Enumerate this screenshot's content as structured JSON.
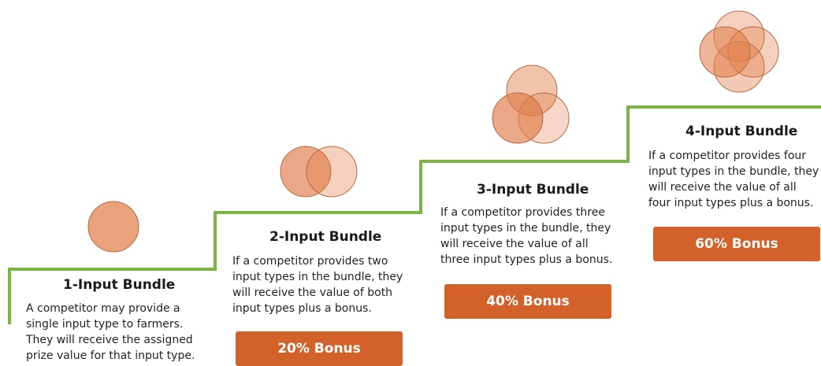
{
  "colors": {
    "staircase": "#7cb342",
    "bonus_background": "#d2622a",
    "circle_fill": "#e07a45",
    "circle_stroke": "#b86a44",
    "text": "#222222"
  },
  "steps": [
    {
      "title": "1-Input Bundle",
      "description": " A competitor may provide a\nsingle input type to farmers.\nThey will receive the assigned\nprize value for that input type.",
      "bonus": ""
    },
    {
      "title": "2-Input Bundle",
      "description": "If a competitor provides two\ninput types in the bundle, they\nwill receive the value of both\ninput types plus a bonus.",
      "bonus": "20% Bonus"
    },
    {
      "title": "3-Input Bundle",
      "description": "If a competitor provides three\ninput types in the bundle, they\nwill receive the value of all\nthree input types plus a bonus.",
      "bonus": "40% Bonus"
    },
    {
      "title": "4-Input Bundle",
      "description": "If a competitor provides four\ninput types in the bundle, they\nwill receive the value of all\nfour input types plus a bonus.",
      "bonus": "60% Bonus"
    }
  ]
}
